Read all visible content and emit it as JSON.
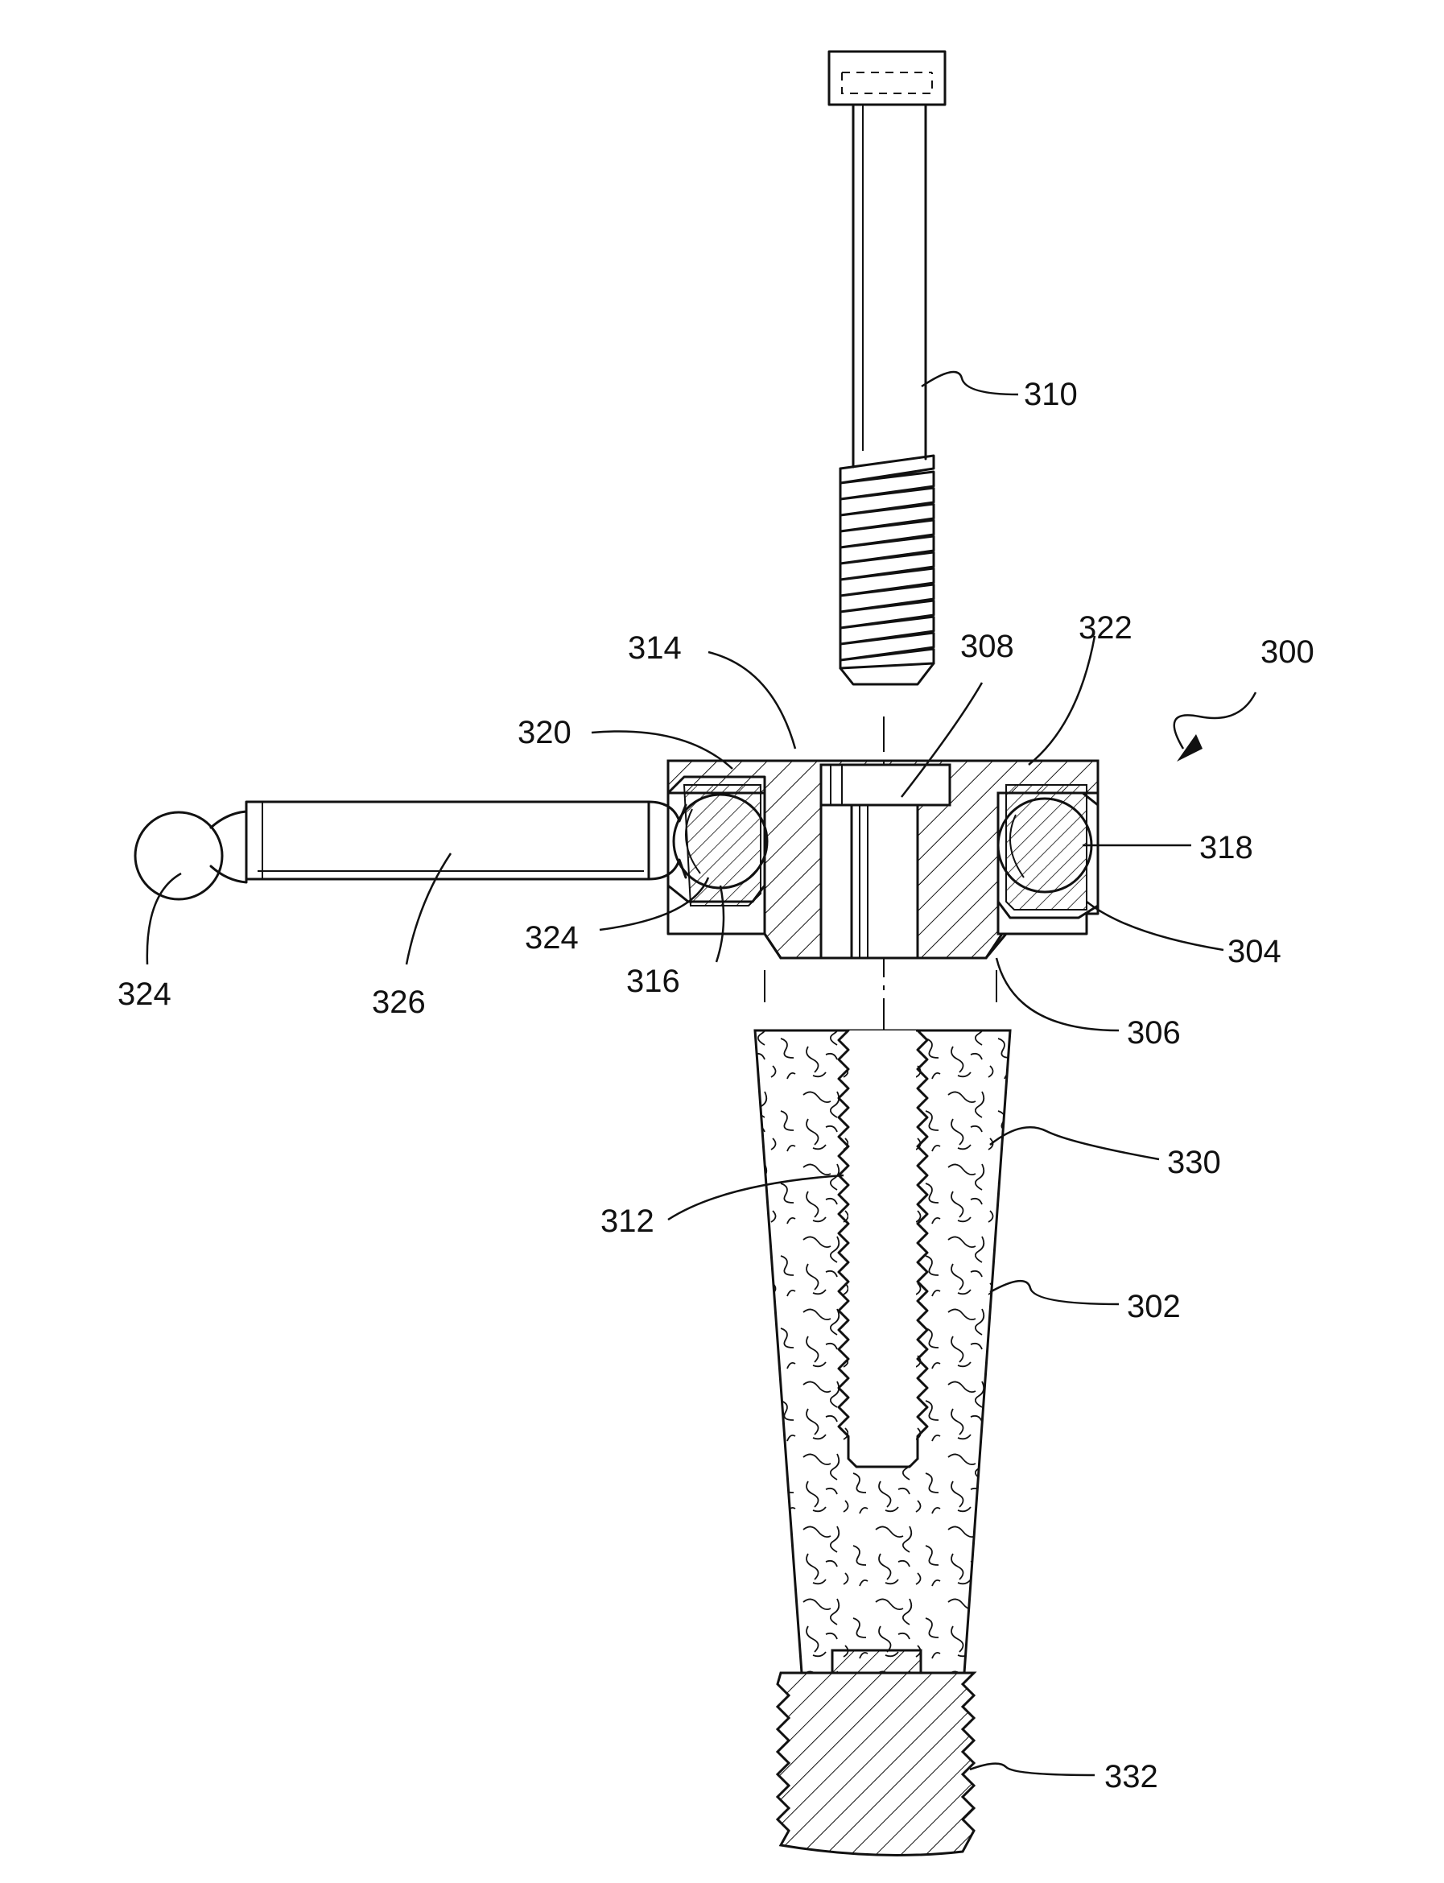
{
  "figure": {
    "labels": {
      "l300": "300",
      "l302": "302",
      "l304": "304",
      "l306": "306",
      "l308": "308",
      "l310": "310",
      "l312": "312",
      "l314": "314",
      "l316": "316",
      "l318": "318",
      "l320": "320",
      "l322": "322",
      "l324a": "324",
      "l324b": "324",
      "l326": "326",
      "l330": "330",
      "l332": "332"
    }
  }
}
